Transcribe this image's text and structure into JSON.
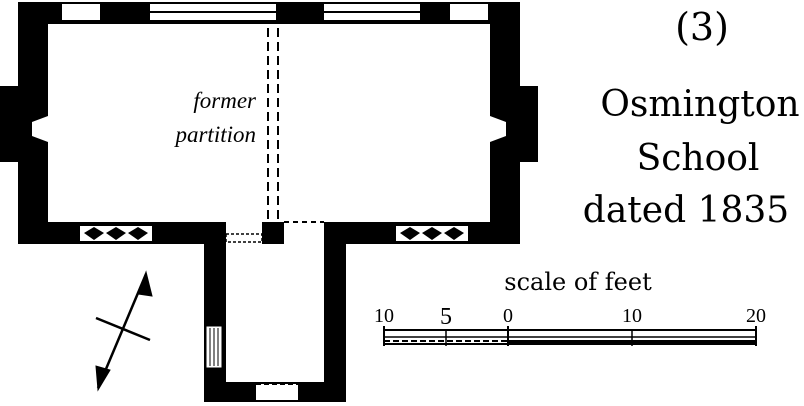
{
  "title": {
    "number": "(3)",
    "line1": "Osmington",
    "line2": "School",
    "line3": "dated 1835"
  },
  "annotation": {
    "line1": "former",
    "line2": "partition"
  },
  "scale": {
    "label": "scale of feet",
    "ticks": [
      "10",
      "5",
      "0",
      "10",
      "20"
    ]
  },
  "colors": {
    "ink": "#000000",
    "paper": "#ffffff"
  },
  "icons": {
    "north_arrow": "north-arrow-icon"
  }
}
